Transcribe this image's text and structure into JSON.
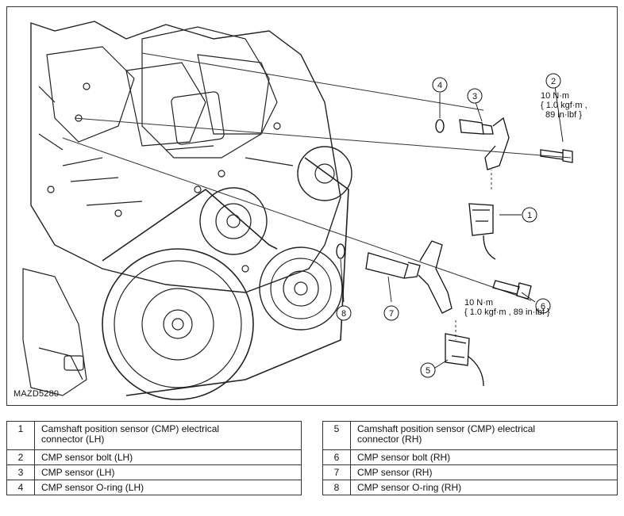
{
  "figure": {
    "id": "MAZD5280",
    "callouts": [
      {
        "num": "1"
      },
      {
        "num": "2"
      },
      {
        "num": "3"
      },
      {
        "num": "4"
      },
      {
        "num": "5"
      },
      {
        "num": "6"
      },
      {
        "num": "7"
      },
      {
        "num": "8"
      }
    ],
    "torque_lh": {
      "line1": "10 N·m",
      "line2": "{ 1.0 kgf·m ,",
      "line3": "89 in·lbf }"
    },
    "torque_rh": {
      "line1": "10 N·m",
      "line2": "{ 1.0 kgf·m , 89 in·lbf }"
    }
  },
  "legend_left": [
    {
      "num": "1",
      "desc_line1": "Camshaft position sensor (CMP) electrical",
      "desc_line2": "connector (LH)"
    },
    {
      "num": "2",
      "desc_line1": "CMP sensor bolt (LH)"
    },
    {
      "num": "3",
      "desc_line1": "CMP sensor (LH)"
    },
    {
      "num": "4",
      "desc_line1": "CMP sensor O-ring (LH)"
    }
  ],
  "legend_right": [
    {
      "num": "5",
      "desc_line1": "Camshaft position sensor (CMP) electrical",
      "desc_line2": "connector (RH)"
    },
    {
      "num": "6",
      "desc_line1": "CMP sensor bolt (RH)"
    },
    {
      "num": "7",
      "desc_line1": "CMP sensor (RH)"
    },
    {
      "num": "8",
      "desc_line1": "CMP sensor O-ring (RH)"
    }
  ]
}
